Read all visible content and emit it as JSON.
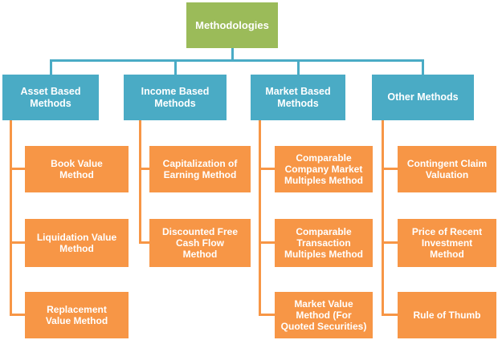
{
  "colors": {
    "root_fill": "#9BBB59",
    "branch_fill": "#4AABC5",
    "child_fill": "#F79646",
    "branch_connector": "#4AABC5",
    "child_connector": "#F79646",
    "text": "#FFFFFF",
    "background": "#FFFFFF"
  },
  "tree": {
    "root": {
      "label": "Methodologies"
    },
    "branches": [
      {
        "label": "Asset Based\nMethods",
        "children": [
          "Book Value\nMethod",
          "Liquidation Value\nMethod",
          "Replacement\nValue Method"
        ]
      },
      {
        "label": "Income Based\nMethods",
        "children": [
          "Capitalization of\nEarning Method",
          "Discounted Free\nCash Flow\nMethod"
        ]
      },
      {
        "label": "Market Based\nMethods",
        "children": [
          "Comparable\nCompany Market\nMultiples Method",
          "Comparable\nTransaction\nMultiples Method",
          "Market Value\nMethod (For\nQuoted Securities)"
        ]
      },
      {
        "label": "Other Methods",
        "children": [
          "Contingent Claim\nValuation",
          "Price of Recent\nInvestment\nMethod",
          "Rule of Thumb"
        ]
      }
    ]
  }
}
